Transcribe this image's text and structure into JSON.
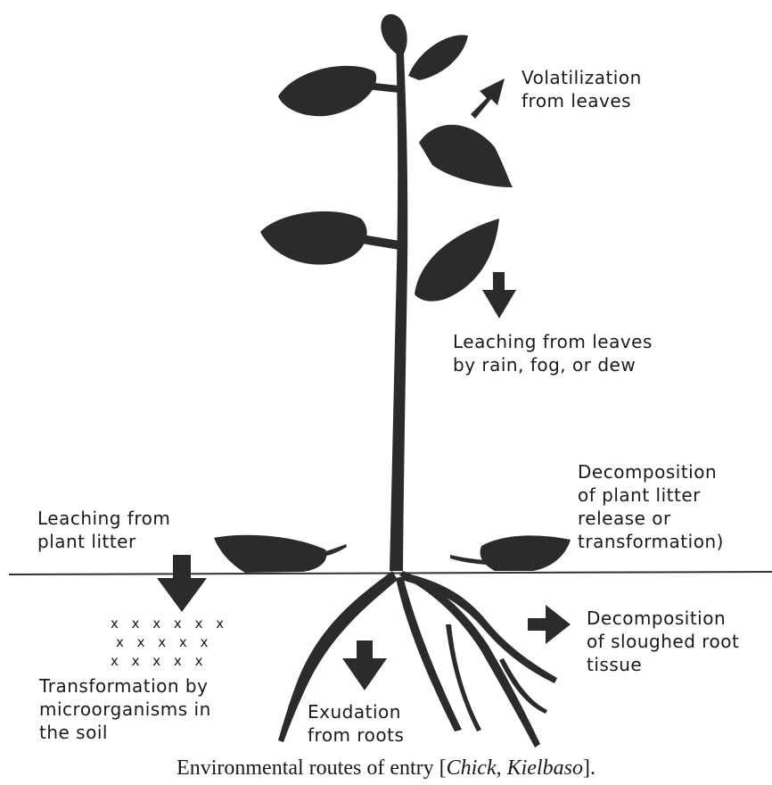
{
  "labels": {
    "volatilization": [
      "Volatilization",
      "from leaves"
    ],
    "leaching_leaves": [
      "Leaching from leaves",
      "by rain, fog, or dew"
    ],
    "decomposition_litter": [
      "Decomposition",
      "of plant litter",
      "release or",
      "transformation)"
    ],
    "leaching_litter": [
      "Leaching from",
      "plant litter"
    ],
    "decomposition_root": [
      "Decomposition",
      "of sloughed root",
      "tissue"
    ],
    "transformation": [
      "Transformation by",
      "microorganisms in",
      "the soil"
    ],
    "exudation": [
      "Exudation",
      "from roots"
    ]
  },
  "microorganism_rows": [
    "x x x x x x",
    "x x x x x",
    "x x x x x"
  ],
  "caption": {
    "prefix": "Environmental routes of entry [",
    "authors": "Chick, Kielbaso",
    "suffix": "]."
  },
  "colors": {
    "ink": "#1a1a1a",
    "plant": "#2a2a2a"
  }
}
